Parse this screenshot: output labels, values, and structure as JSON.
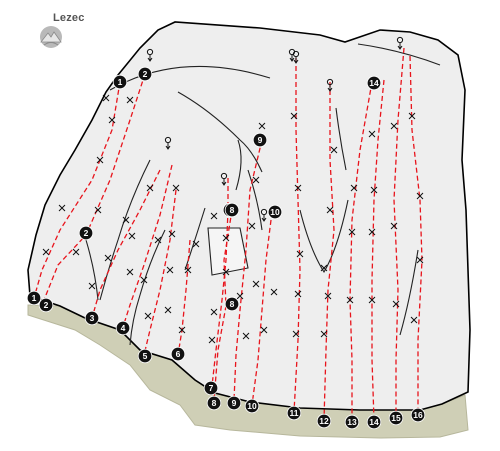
{
  "brand": {
    "name": "Lezec"
  },
  "colors": {
    "rock": "#eeeeee",
    "rock_outline": "#000000",
    "ground": "#cfcfb6",
    "route_line": "#e8141c",
    "marker_fill": "#111111",
    "marker_text": "#ffffff"
  },
  "icons": {
    "bolt": "cross-mark",
    "anchor": "lower-off",
    "logo": "mountain-logo"
  },
  "route_numbers": [
    "1",
    "2",
    "3",
    "4",
    "5",
    "6",
    "7",
    "8",
    "9",
    "10",
    "11",
    "12",
    "13",
    "14",
    "15",
    "16"
  ],
  "routes": [
    {
      "number": "1"
    },
    {
      "number": "2"
    },
    {
      "number": "3"
    },
    {
      "number": "4"
    },
    {
      "number": "5"
    },
    {
      "number": "6"
    },
    {
      "number": "7"
    },
    {
      "number": "8"
    },
    {
      "number": "9"
    },
    {
      "number": "10"
    },
    {
      "number": "11"
    },
    {
      "number": "12"
    },
    {
      "number": "13"
    },
    {
      "number": "14"
    },
    {
      "number": "15"
    },
    {
      "number": "16"
    }
  ]
}
